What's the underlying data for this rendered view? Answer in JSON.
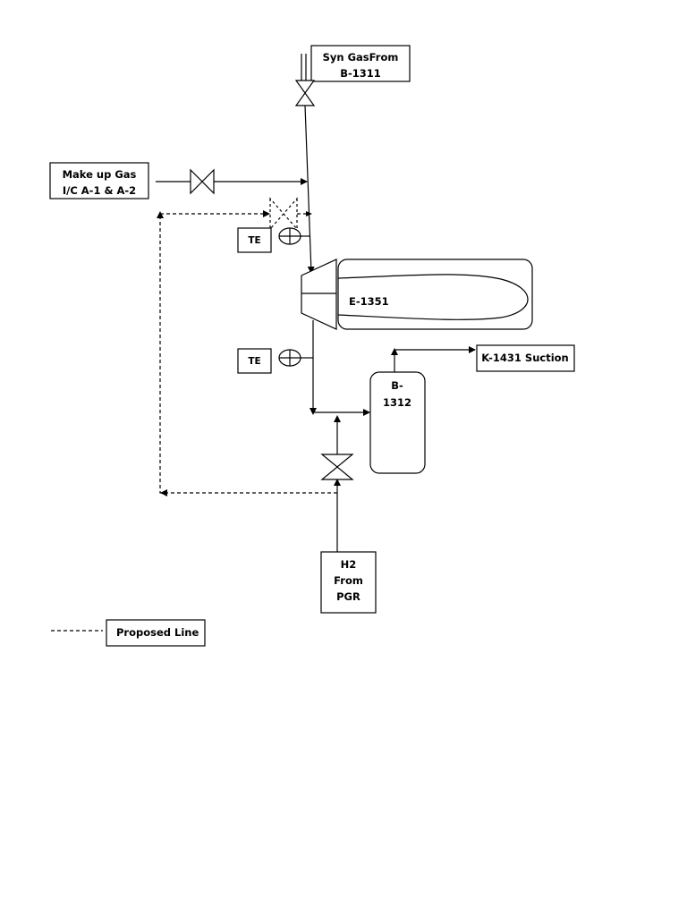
{
  "diagram": {
    "type": "process flow diagram",
    "nodes": {
      "syn_gas": {
        "line1": "Syn GasFrom",
        "line2": "B-1311"
      },
      "makeup_gas": {
        "line1": "Make up Gas",
        "line2": "I/C  A-1 & A-2"
      },
      "te_upper": {
        "label": "TE"
      },
      "te_lower": {
        "label": "TE"
      },
      "exchanger": {
        "label": "E-1351"
      },
      "vessel": {
        "line1": "B-",
        "line2": "1312"
      },
      "k_suction": {
        "label": "K-1431 Suction"
      },
      "h2_source": {
        "line1": "H2",
        "line2": "From",
        "line3": "PGR"
      }
    },
    "legend": {
      "proposed_line": "Proposed Line"
    }
  }
}
